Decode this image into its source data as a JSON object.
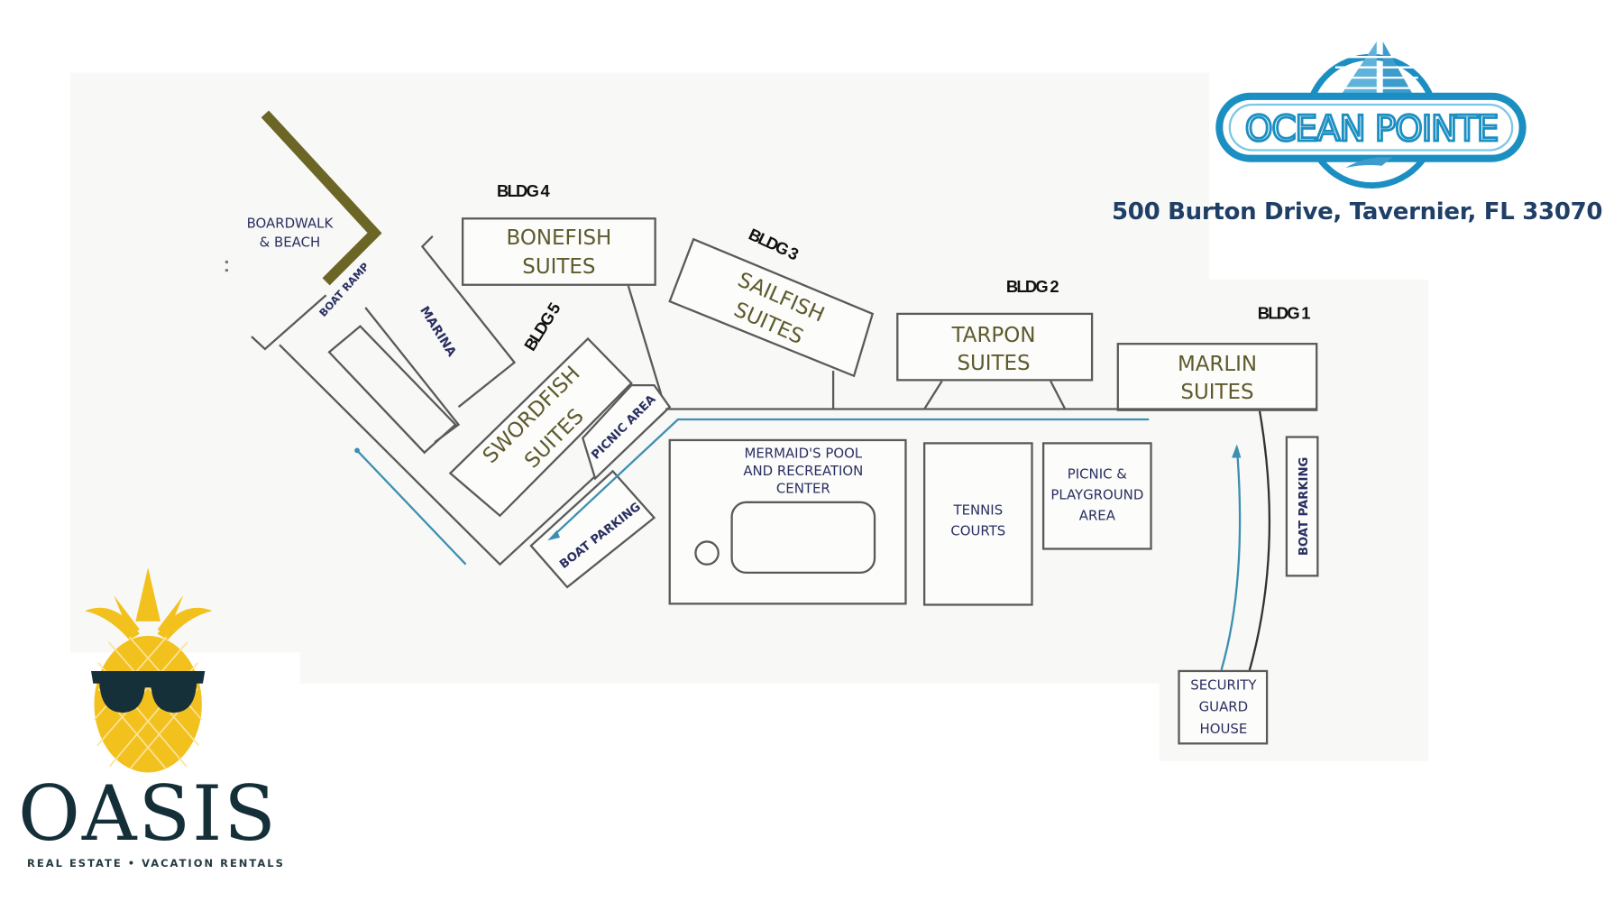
{
  "map": {
    "title": "Ocean Pointe Resort Site Map",
    "address": "500 Burton Drive, Tavernier, FL 33070",
    "brand_logo": {
      "name": "OCEAN POINTE",
      "color_primary": "#1c8fc2",
      "color_light": "#7cc6e6"
    },
    "buildings": [
      {
        "id": "bldg-4",
        "bldg_label": "BLDG 4",
        "name_line1": "BONEFISH",
        "name_line2": "SUITES"
      },
      {
        "id": "bldg-3",
        "bldg_label": "BLDG 3",
        "name_line1": "SAILFISH",
        "name_line2": "SUITES"
      },
      {
        "id": "bldg-2",
        "bldg_label": "BLDG 2",
        "name_line1": "TARPON",
        "name_line2": "SUITES"
      },
      {
        "id": "bldg-1",
        "bldg_label": "BLDG 1",
        "name_line1": "MARLIN",
        "name_line2": "SUITES"
      },
      {
        "id": "bldg-5",
        "bldg_label": "BLDG 5",
        "name_line1": "SWORDFISH",
        "name_line2": "SUITES"
      }
    ],
    "amenities": {
      "boardwalk": {
        "line1": "BOARDWALK",
        "line2": "& BEACH"
      },
      "boat_ramp": "BOAT RAMP",
      "marina": "MARINA",
      "picnic_area": "PICNIC AREA",
      "boat_parking_left": "BOAT PARKING",
      "boat_parking_right": "BOAT PARKING",
      "pool": {
        "line1": "MERMAID'S POOL",
        "line2": "AND RECREATION",
        "line3": "CENTER"
      },
      "tennis": {
        "line1": "TENNIS",
        "line2": "COURTS"
      },
      "playground": {
        "line1": "PICNIC &",
        "line2": "PLAYGROUND",
        "line3": "AREA"
      },
      "security": {
        "line1": "SECURITY",
        "line2": "GUARD",
        "line3": "HOUSE"
      }
    },
    "colors": {
      "suite_text": "#5e5a2e",
      "amenity_text": "#2a2f62",
      "boardwalk": "#6b6526",
      "route": "#3c8fb2",
      "outline": "#5a5a5a"
    }
  },
  "agency": {
    "name": "OASIS",
    "tagline": "REAL ESTATE • VACATION RENTALS",
    "pineapple_color": "#f2c11e",
    "glasses_color": "#16303a"
  }
}
